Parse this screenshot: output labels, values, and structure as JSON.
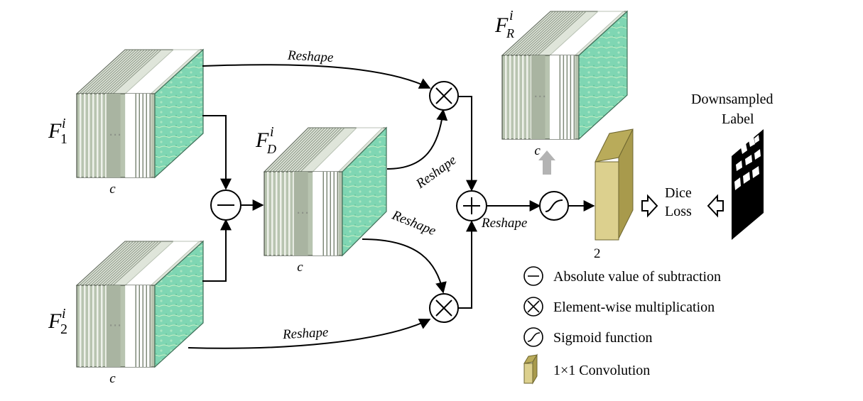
{
  "features": {
    "f1": {
      "base": "F",
      "sub": "1",
      "sup": "i"
    },
    "f2": {
      "base": "F",
      "sub": "2",
      "sup": "i"
    },
    "fd": {
      "base": "F",
      "sub": "D",
      "sup": "i"
    },
    "fr": {
      "base": "F",
      "sub": "R",
      "sup": "i"
    }
  },
  "cube_label": "c",
  "cube_dots": "…",
  "edges": {
    "reshape_top": "Reshape",
    "reshape_fd_up": "Reshape",
    "reshape_fd_down": "Reshape",
    "reshape_bottom": "Reshape",
    "reshape_mid": "Reshape"
  },
  "operators": {
    "subtract": "−",
    "multiply": "×",
    "add": "+"
  },
  "conv_channels": "2",
  "loss": {
    "line1": "Dice",
    "line2": "Loss"
  },
  "label": {
    "line1": "Downsampled",
    "line2": "Label"
  },
  "legend": [
    {
      "icon": "abs-subtract-icon",
      "text": "Absolute value of subtraction"
    },
    {
      "icon": "multiply-icon",
      "text": "Element-wise multiplication"
    },
    {
      "icon": "sigmoid-icon",
      "text": "Sigmoid function"
    },
    {
      "icon": "conv-block-icon",
      "text": "1×1 Convolution"
    }
  ],
  "colors": {
    "cube_front": "#b8c4b0",
    "cube_stripe": "#eef1ea",
    "cube_side": "#7fd6b3",
    "conv_front": "#dcd08e",
    "conv_side": "#b9ab5a",
    "label_bg": "#000000",
    "arrow_gray": "#b3b3b3"
  }
}
